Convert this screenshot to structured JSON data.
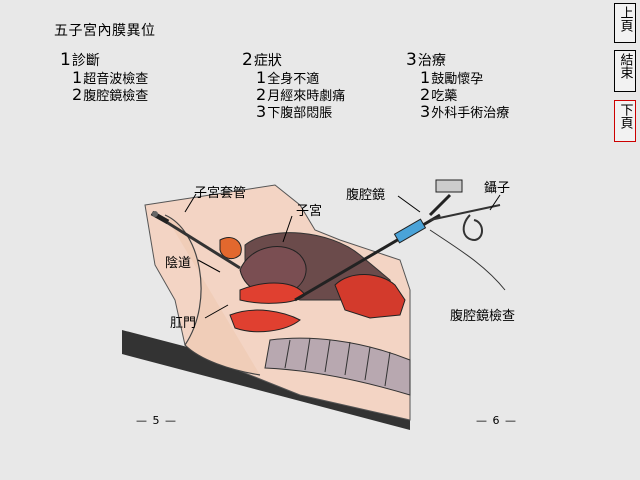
{
  "page_title": "五子宮內膜異位",
  "sections": {
    "diagnosis": {
      "num": "1",
      "title": "診斷",
      "items": [
        {
          "num": "1",
          "text": "超音波檢查"
        },
        {
          "num": "2",
          "text": "腹腔鏡檢查"
        }
      ]
    },
    "symptoms": {
      "num": "2",
      "title": "症狀",
      "items": [
        {
          "num": "1",
          "text": "全身不適"
        },
        {
          "num": "2",
          "text": "月經來時劇痛"
        },
        {
          "num": "3",
          "text": "下腹部悶脹"
        }
      ]
    },
    "treatment": {
      "num": "3",
      "title": "治療",
      "items": [
        {
          "num": "1",
          "text": "鼓勵懷孕"
        },
        {
          "num": "2",
          "text": "吃藥"
        },
        {
          "num": "3",
          "text": "外科手術治療"
        }
      ]
    }
  },
  "nav": {
    "prev": "上頁",
    "end": "結束",
    "next": "下頁"
  },
  "diagram": {
    "labels": {
      "uterine_cannula": "子宮套管",
      "uterus": "子宮",
      "vagina": "陰道",
      "anus": "肛門",
      "laparoscope": "腹腔鏡",
      "forceps": "鑷子",
      "caption": "腹腔鏡檢查"
    },
    "page_left": "— 5 —",
    "page_right": "— 6 —"
  }
}
